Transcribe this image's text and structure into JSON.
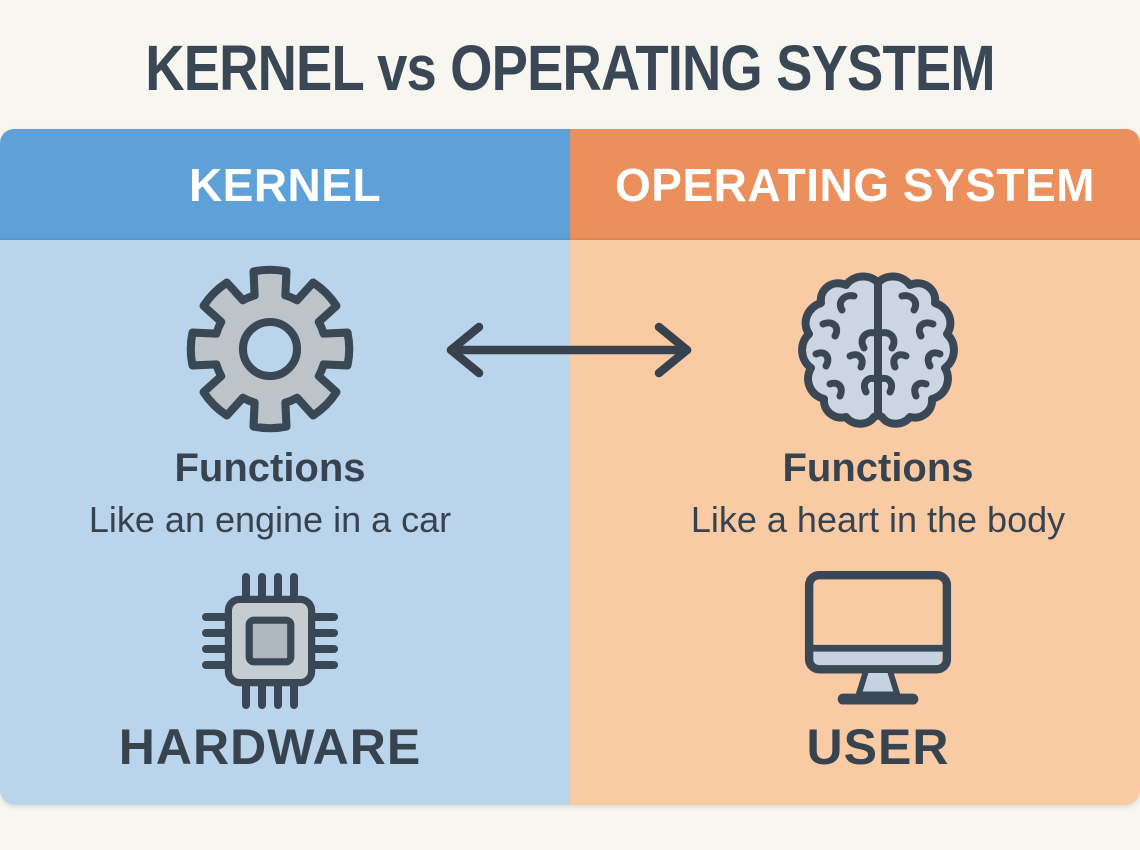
{
  "title": "KERNEL vs OPERATING SYSTEM",
  "kernel": {
    "header": "KERNEL",
    "function_title": "Functions",
    "function_caption": "Like an engine in a car",
    "interacts_with": "HARDWARE",
    "function_icon": "gear-icon",
    "interacts_icon": "chip-icon"
  },
  "os": {
    "header": "OPERATING SYSTEM",
    "function_title": "Functions",
    "function_caption": "Like a heart in the body",
    "interacts_with": "USER",
    "function_icon": "brain-icon",
    "interacts_icon": "monitor-icon"
  },
  "arrow": {
    "type": "double-headed-horizontal"
  },
  "colors": {
    "page_bg": "#F8F6F0",
    "title_text": "#3A4754",
    "kernel_header_bg": "#5EA1D8",
    "os_header_bg": "#EB8F5C",
    "kernel_body_bg": "#BAD4EC",
    "os_body_bg": "#F9CBA4",
    "header_text": "#FFFFFF",
    "body_text": "#37434F",
    "dark_outline": "#3A4754",
    "arrow_color": "#37424E",
    "gear_fill": "#BDC4C9",
    "brain_fill": "#CBD6E2",
    "chip_fill": "#C5CCD2",
    "chip_inner_fill": "#AFB7BE",
    "monitor_bar_fill": "#C6D2DF"
  }
}
